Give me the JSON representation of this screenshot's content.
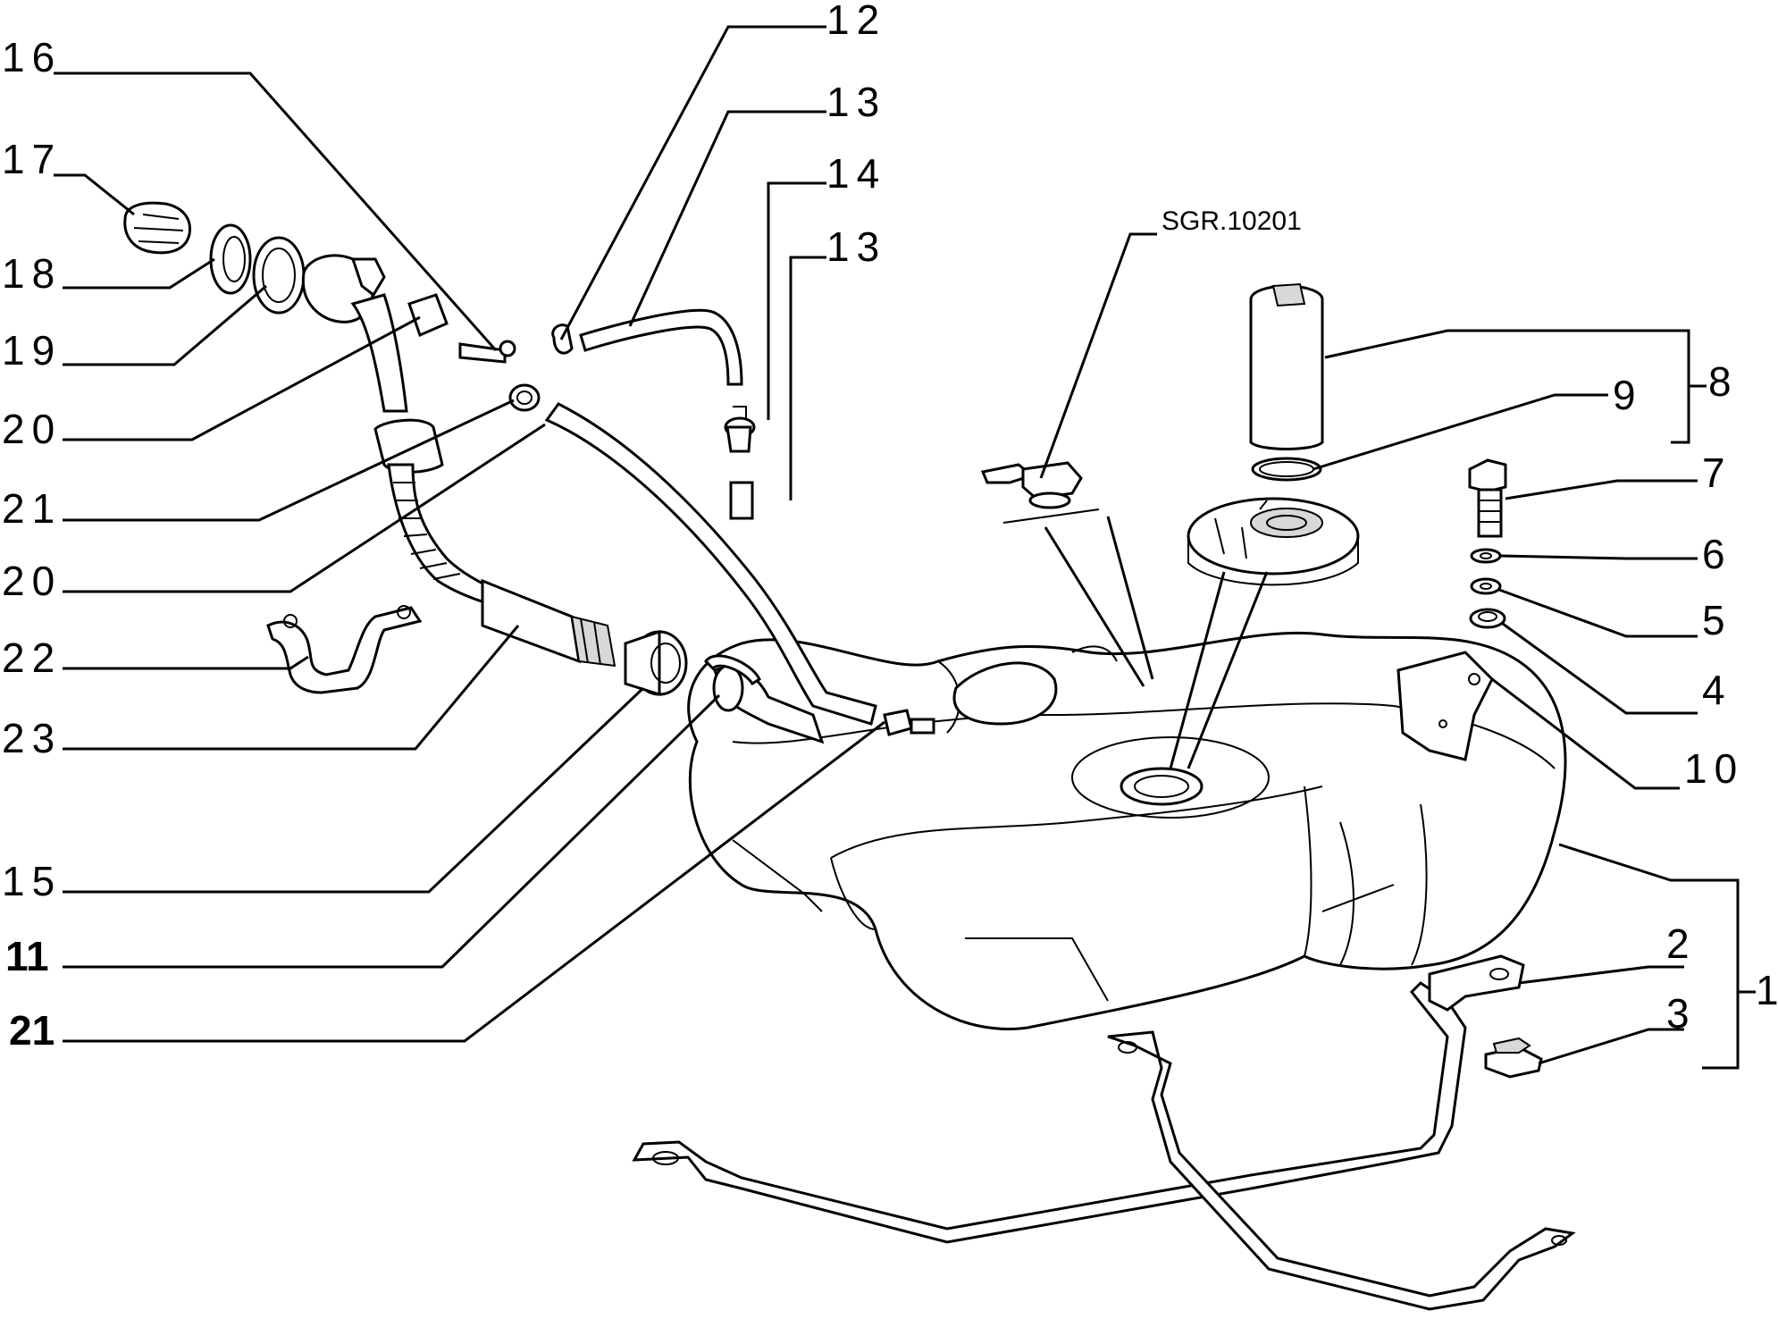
{
  "diagram": {
    "reference_code": "SGR.10201",
    "callouts": {
      "c1": "1",
      "c2": "2",
      "c3": "3",
      "c4": "4",
      "c5": "5",
      "c6": "6",
      "c7": "7",
      "c8": "8",
      "c9": "9",
      "c10": "10",
      "c11": "11",
      "c12": "12",
      "c13a": "13",
      "c13b": "13",
      "c14": "14",
      "c15": "15",
      "c16": "16",
      "c17": "17",
      "c18": "18",
      "c19": "19",
      "c20a": "20",
      "c21a": "21",
      "c20b": "20",
      "c22": "22",
      "c23": "23",
      "c21b": "21"
    }
  }
}
